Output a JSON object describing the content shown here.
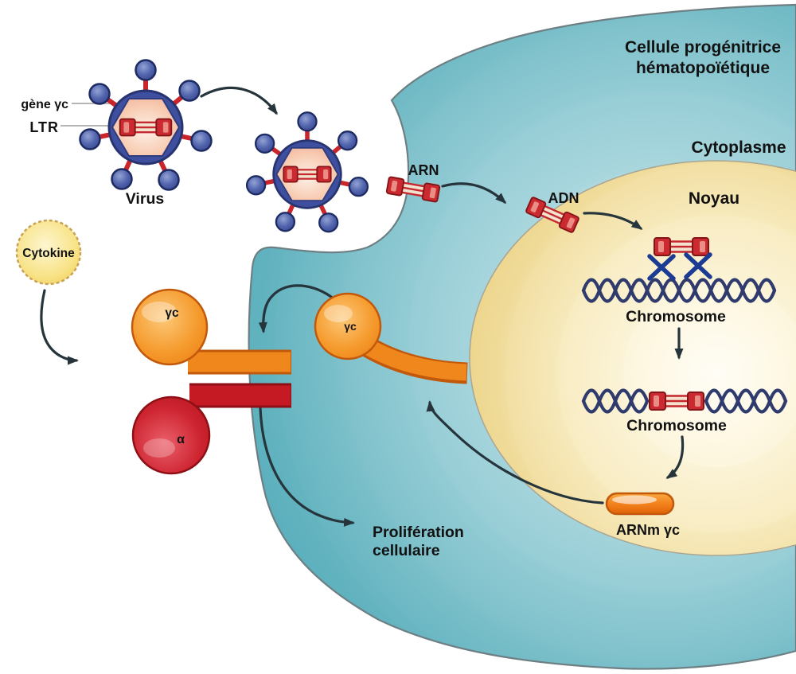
{
  "diagram": {
    "labels": {
      "cell_type_line1": "Cellule progénitrice",
      "cell_type_line2": "hématopoïétique",
      "cytoplasm": "Cytoplasme",
      "nucleus": "Noyau",
      "virus": "Virus",
      "gene_gc": "gène γc",
      "ltr": "LTR",
      "rna": "ARN",
      "dna": "ADN",
      "chromosome_1": "Chromosome",
      "chromosome_2": "Chromosome",
      "mrna": "ARNm γc",
      "proliferation_line1": "Prolifération",
      "proliferation_line2": "cellulaire",
      "cytokine": "Cytokine",
      "receptor_gamma_chain": "γc",
      "receptor_alpha_chain": "α",
      "free_gamma_chain": "γc"
    },
    "palette": {
      "cell_teal_outer": "#57adbb",
      "cell_teal_inner": "#c2e2e6",
      "nucleus_cream": "#f0dc9c",
      "nucleus_light": "#fffdf6",
      "virus_body_blue": "#3e4f9f",
      "virus_capsid_peach": "#f8cdb4",
      "spike_red": "#c9252b",
      "gene_construct_red": "#cb2a30",
      "receptor_orange": "#f0871d",
      "receptor_alpha_red": "#c51a24",
      "cytokine_gold": "#f2cf5a",
      "helix_navy": "#2f3a6d",
      "arrow_dark": "#26343c",
      "text_black": "#121212"
    }
  }
}
